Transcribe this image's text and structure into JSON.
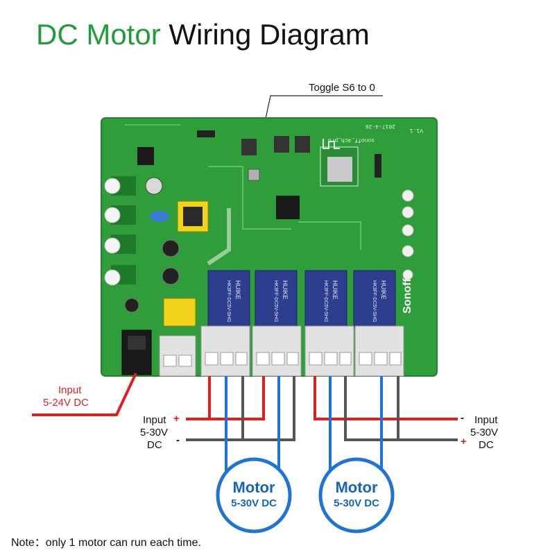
{
  "title": {
    "part1": "DC Motor",
    "part2": "Wiring Diagram"
  },
  "callout": {
    "text": "Toggle S6 to 0"
  },
  "board": {
    "brand": "Sonoff",
    "silk_date": "2017-4-26",
    "silk_version": "V1.1",
    "silk_model": "sonoff_4ch_pro",
    "relay_text": [
      "HUIKE",
      "HK3FF-DC5V-SHG"
    ]
  },
  "power_input": {
    "line1": "Input",
    "line2": "5-24V  DC"
  },
  "left_input": {
    "line1": "Input",
    "plus": "+",
    "line2": "5-30V",
    "line3": "DC",
    "minus": "-"
  },
  "right_input": {
    "line1": "Input",
    "minus": "-",
    "line2": "5-30V",
    "line3": "DC",
    "plus": "+"
  },
  "motors": [
    {
      "label": "Motor",
      "spec": "5-30V DC"
    },
    {
      "label": "Motor",
      "spec": "5-30V DC"
    }
  ],
  "note": "Note：only 1 motor can run each time.",
  "colors": {
    "title_green": "#1e9e3a",
    "pcb_green": "#2f9e3a",
    "wire_red": "#e01e1e",
    "wire_blue": "#1e73d8",
    "wire_gray": "#555555",
    "motor_blue": "#1565c0"
  }
}
